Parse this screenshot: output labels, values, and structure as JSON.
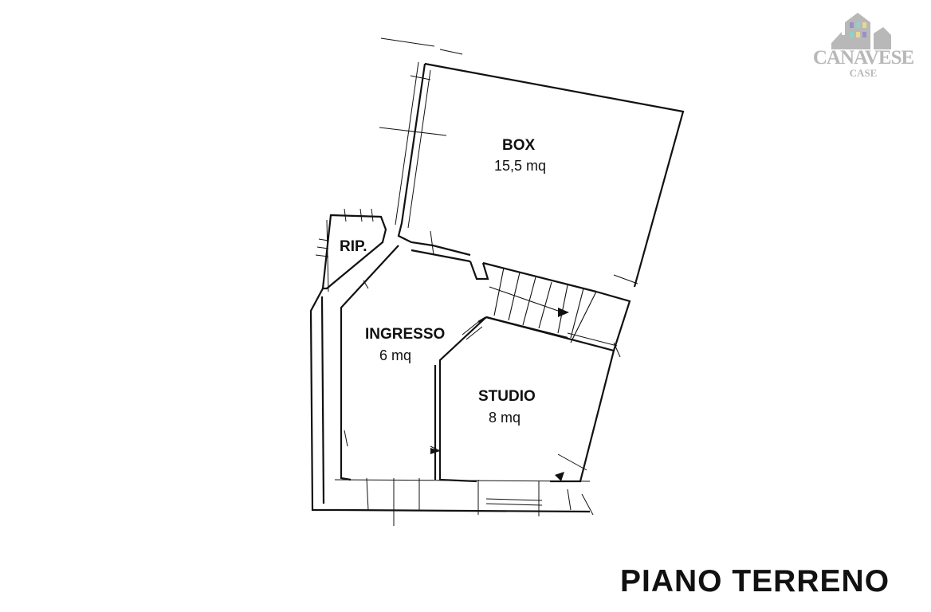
{
  "brand": {
    "name": "CANAVESE",
    "sub": "CASE",
    "colors": {
      "logo": "#b8b8b8",
      "window_purple": "#9b8fc4",
      "window_teal": "#8fd0c8",
      "window_yellow": "#e8d890"
    }
  },
  "plan": {
    "title": "PIANO TERRENO",
    "rooms": [
      {
        "name": "BOX",
        "area": "15,5 mq"
      },
      {
        "name": "RIP.",
        "area": ""
      },
      {
        "name": "INGRESSO",
        "area": "6 mq"
      },
      {
        "name": "STUDIO",
        "area": "8 mq"
      }
    ],
    "icons": {
      "logo": "house-logo-icon",
      "stairs": "stairs-icon",
      "direction": "arrow-icon"
    }
  }
}
